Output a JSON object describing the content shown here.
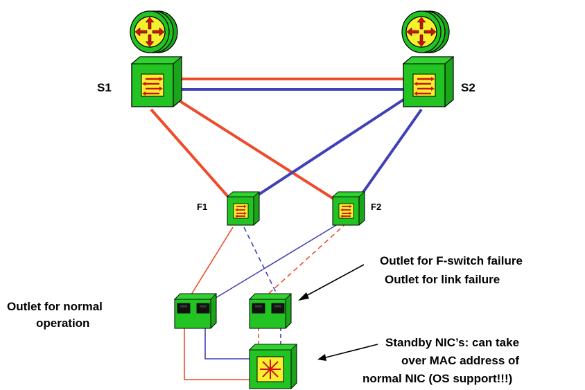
{
  "nodes": {
    "s1": "S1",
    "s2": "S2",
    "f1": "F1",
    "f2": "F2"
  },
  "annotations": {
    "normal_outlet": [
      "Outlet for normal",
      "operation"
    ],
    "failure_outlets": [
      "Outlet for F-switch failure",
      "Outlet for link failure"
    ],
    "standby_nic": [
      "Standby NIC’s: can take",
      "over MAC address of",
      "normal NIC (OS support!!!)"
    ]
  },
  "colors": {
    "link_red": "#ef4a2a",
    "link_blue": "#4040b8",
    "switch_green": "#22c322",
    "switch_face": "#f7f12d",
    "arrow_red": "#d01010",
    "router_green": "#22c322"
  },
  "icons": [
    "router-icon",
    "switch-icon",
    "outlet-icon",
    "server-nic-icon",
    "pointer-arrow-icon"
  ]
}
